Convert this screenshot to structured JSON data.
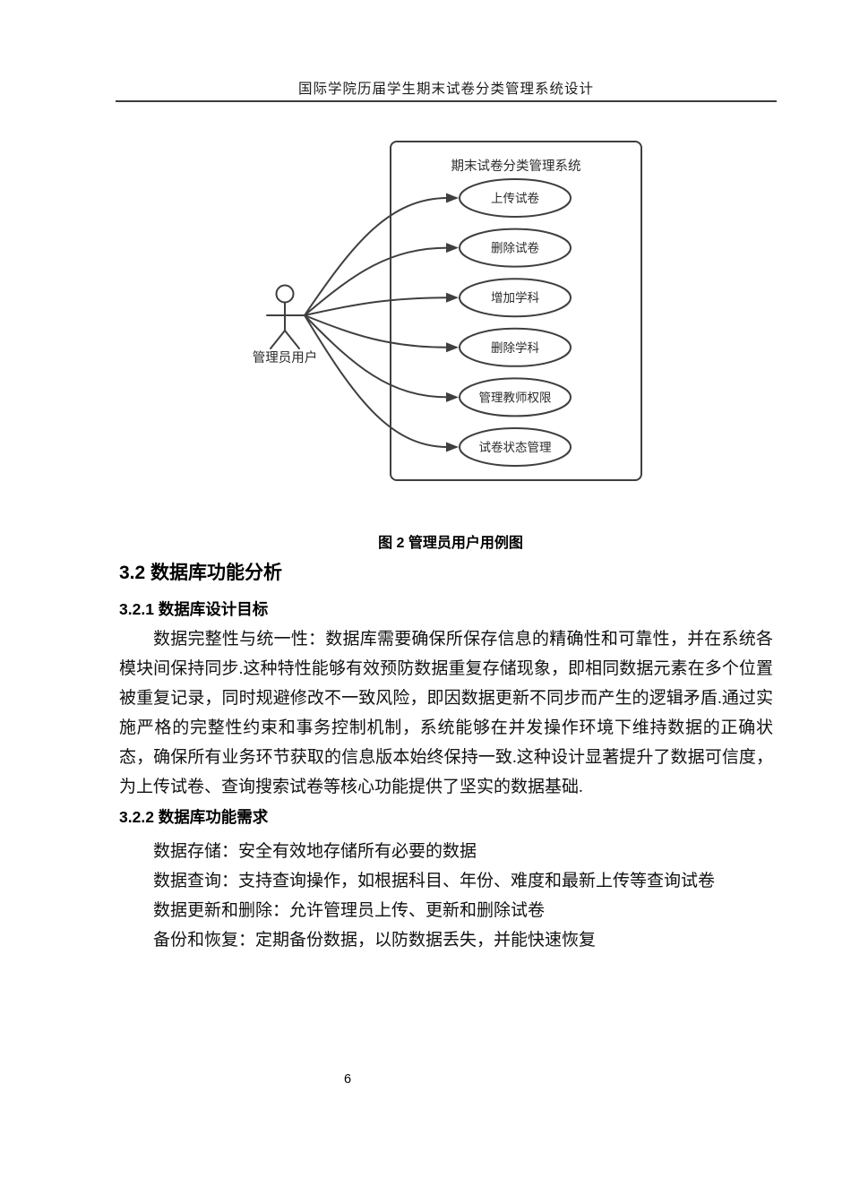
{
  "page": {
    "header_title": "国际学院历届学生期末试卷分类管理系统设计",
    "page_number": "6"
  },
  "diagram": {
    "system_title": "期末试卷分类管理系统",
    "actor_label": "管理员用户",
    "use_cases": [
      "上传试卷",
      "删除试卷",
      "增加学科",
      "删除学科",
      "管理教师权限",
      "试卷状态管理"
    ],
    "stroke_color": "#3f3f3f",
    "fill_color": "#ffffff"
  },
  "figure": {
    "caption": "图 2 管理员用户用例图"
  },
  "sections": {
    "s32": {
      "title": "3.2 数据库功能分析"
    },
    "s321": {
      "title": "3.2.1 数据库设计目标",
      "paragraph": "数据完整性与统一性：数据库需要确保所保存信息的精确性和可靠性，并在系统各模块间保持同步.这种特性能够有效预防数据重复存储现象，即相同数据元素在多个位置被重复记录，同时规避修改不一致风险，即因数据更新不同步而产生的逻辑矛盾.通过实施严格的完整性约束和事务控制机制，系统能够在并发操作环境下维持数据的正确状态，确保所有业务环节获取的信息版本始终保持一致.这种设计显著提升了数据可信度，为上传试卷、查询搜索试卷等核心功能提供了坚实的数据基础."
    },
    "s322": {
      "title": "3.2.2 数据库功能需求",
      "items": [
        "数据存储：安全有效地存储所有必要的数据",
        "数据查询：支持查询操作，如根据科目、年份、难度和最新上传等查询试卷",
        "数据更新和删除：允许管理员上传、更新和删除试卷",
        "备份和恢复：定期备份数据，以防数据丢失，并能快速恢复"
      ]
    }
  }
}
